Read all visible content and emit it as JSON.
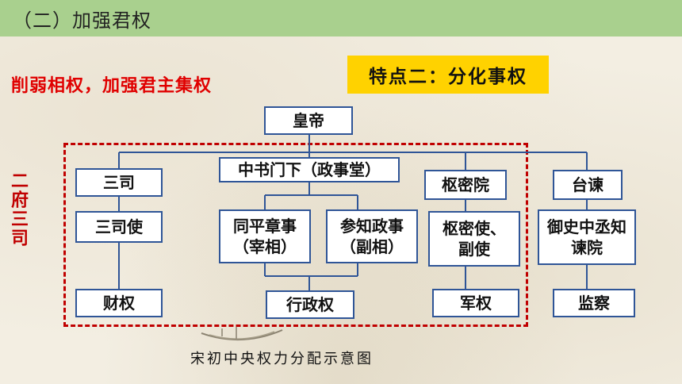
{
  "header": {
    "title": "（二）加强君权"
  },
  "subtitle": "削弱相权，加强君主集权",
  "feature": "特点二：分化事权",
  "side_label": "二府三司",
  "diagram": {
    "emperor": "皇帝",
    "sansi": "三司",
    "sansi_shi": "三司使",
    "caiquan": "财权",
    "zhongshu": "中书门下（政事堂）",
    "tongping": "同平章事（宰相）",
    "canzhi": "参知政事（副相）",
    "xingzheng": "行政权",
    "shumiyuan": "枢密院",
    "shumishi": "枢密使、副使",
    "junquan": "军权",
    "taijian": "台谏",
    "yushi": "御史中丞知谏院",
    "jiancha": "监察"
  },
  "caption": "宋初中央权力分配示意图",
  "colors": {
    "header_bg": "#a9d08e",
    "accent_red": "#e00000",
    "badge_bg": "#ffd200",
    "box_border": "#2f5597"
  }
}
